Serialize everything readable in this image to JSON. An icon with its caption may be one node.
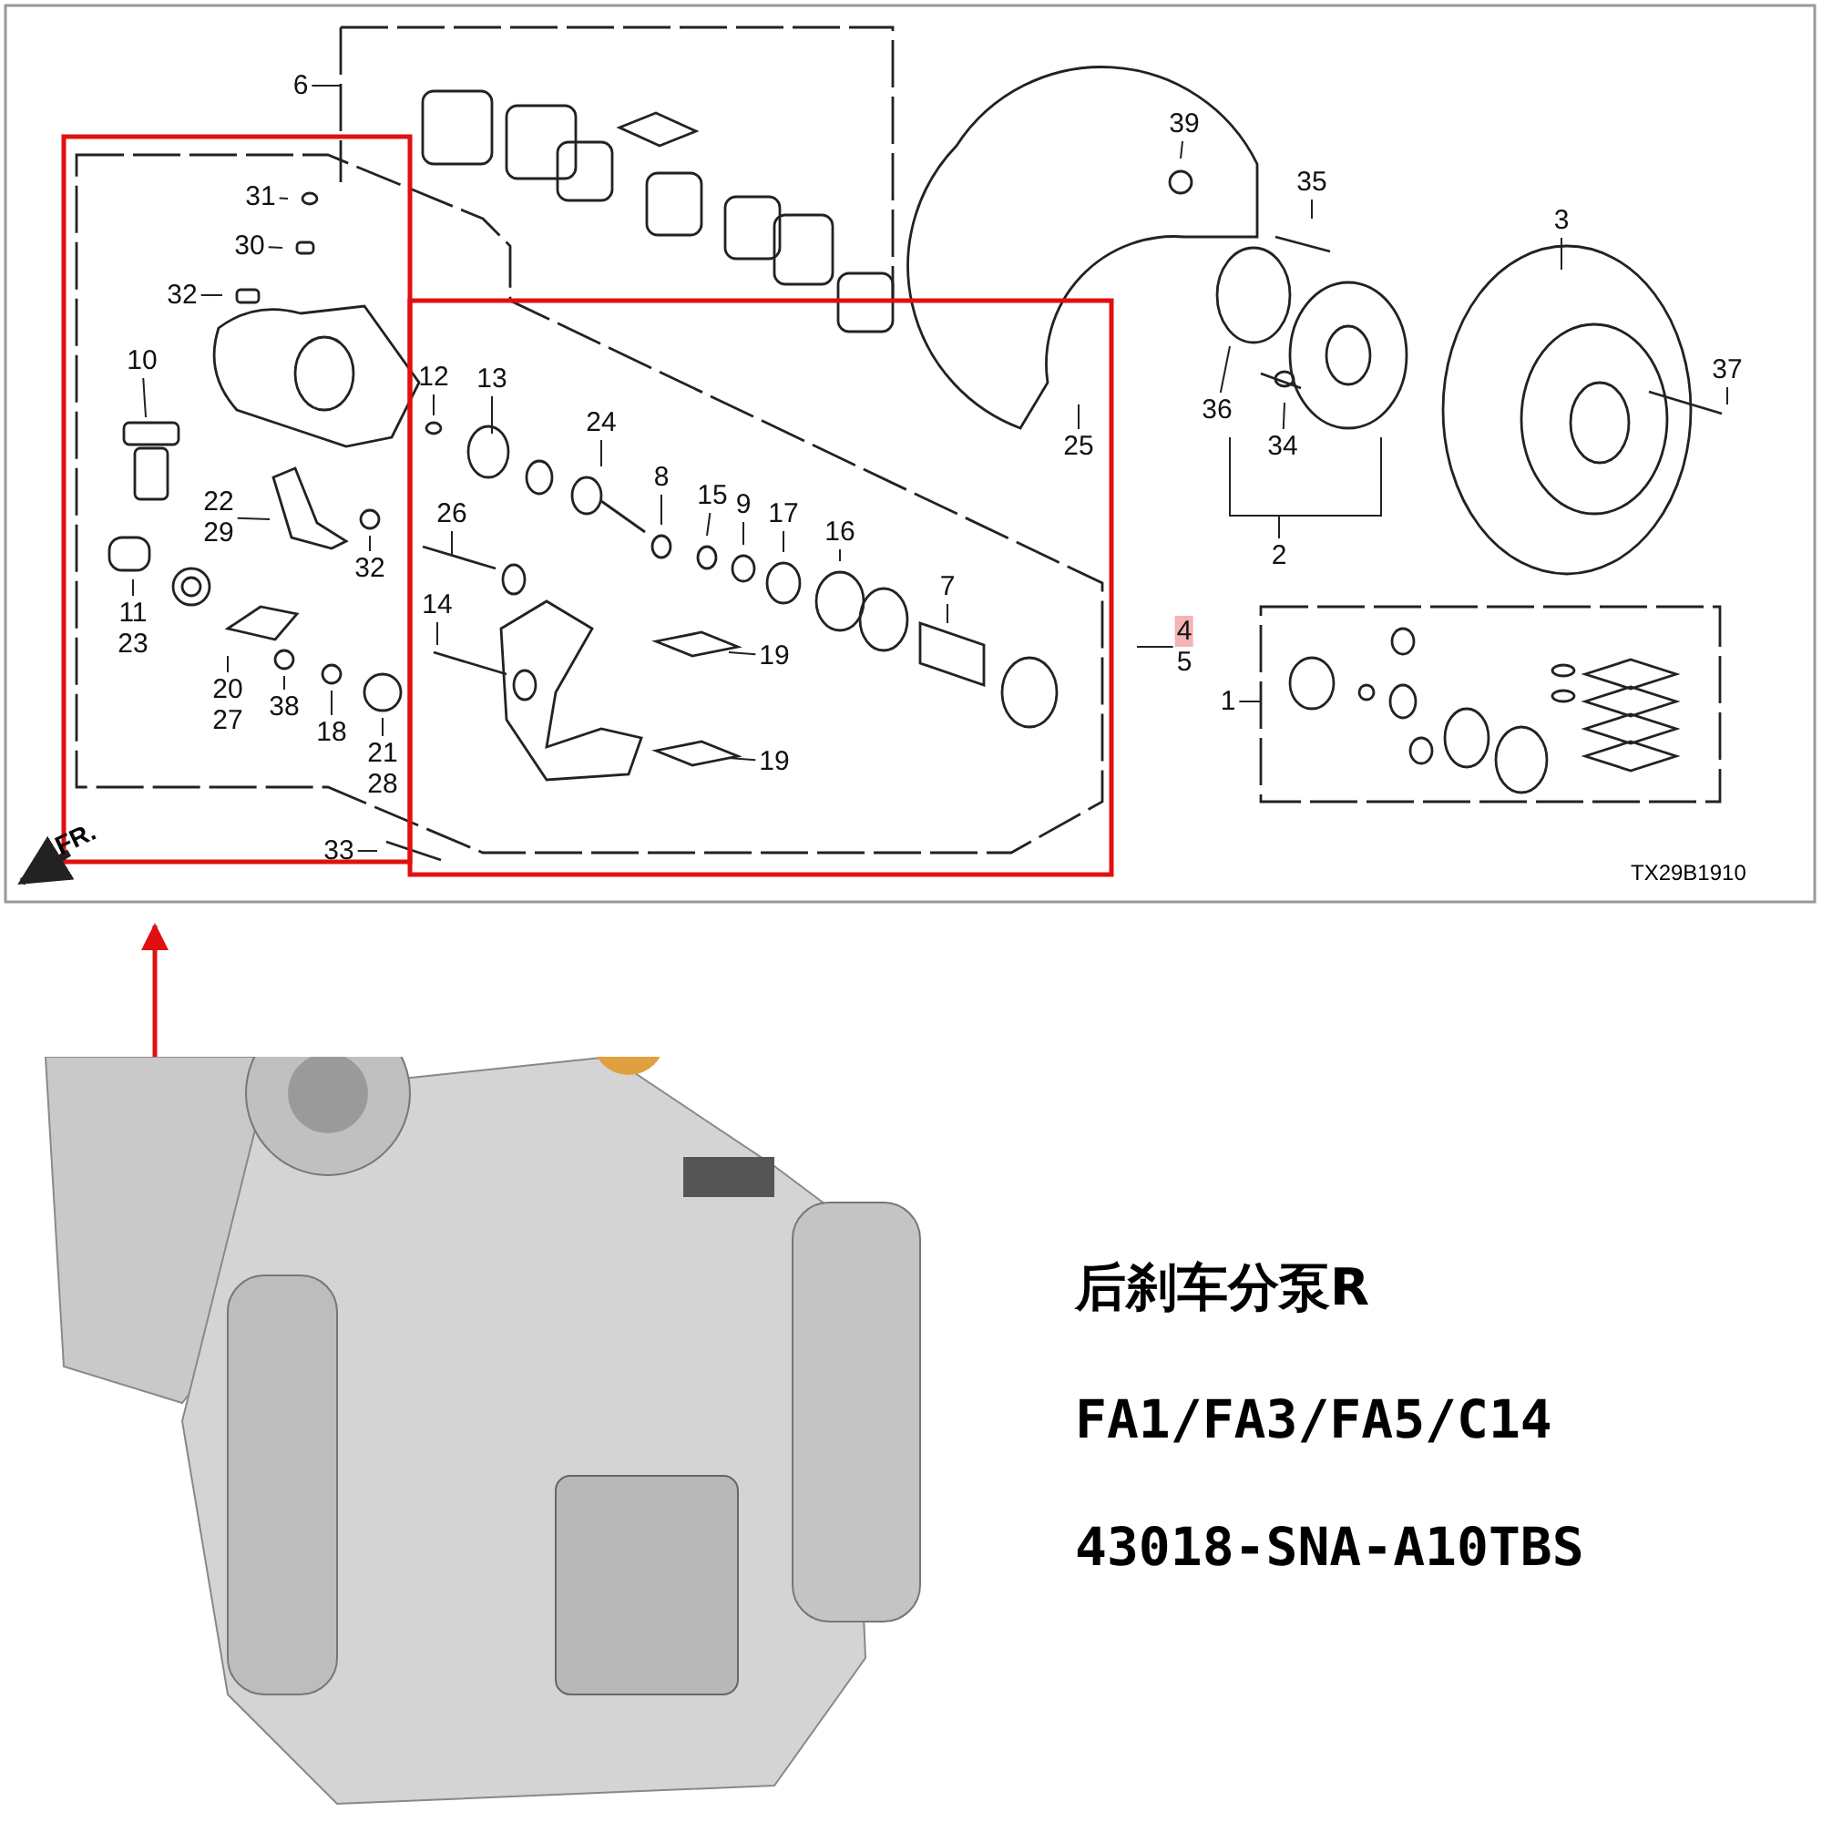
{
  "diagram": {
    "nodes": [
      {
        "text": [
          "6"
        ]
      },
      {
        "text": [
          "39"
        ]
      },
      {
        "text": [
          "31"
        ]
      },
      {
        "text": [
          "35"
        ]
      },
      {
        "text": [
          "3"
        ]
      },
      {
        "text": [
          "30"
        ]
      },
      {
        "text": [
          "32"
        ]
      },
      {
        "text": [
          "10"
        ]
      },
      {
        "text": [
          "12"
        ]
      },
      {
        "text": [
          "13"
        ]
      },
      {
        "text": [
          "37"
        ]
      },
      {
        "text": [
          "36"
        ]
      },
      {
        "text": [
          "24"
        ]
      },
      {
        "text": [
          "25"
        ]
      },
      {
        "text": [
          "34"
        ]
      },
      {
        "text": [
          "8"
        ]
      },
      {
        "text": [
          "15"
        ]
      },
      {
        "text": [
          "9"
        ]
      },
      {
        "text": [
          "17"
        ]
      },
      {
        "text": [
          "16"
        ]
      },
      {
        "text": [
          "22",
          "29"
        ]
      },
      {
        "text": [
          "26"
        ]
      },
      {
        "text": [
          "2"
        ]
      },
      {
        "text": [
          "32"
        ]
      },
      {
        "text": [
          "7"
        ]
      },
      {
        "text": [
          "14"
        ]
      },
      {
        "text": [
          "11",
          "23"
        ]
      },
      {
        "text": [
          "4",
          "5"
        ]
      },
      {
        "text": [
          "19"
        ]
      },
      {
        "text": [
          "20",
          "27"
        ]
      },
      {
        "text": [
          "38"
        ]
      },
      {
        "text": [
          "18"
        ]
      },
      {
        "text": [
          "1"
        ]
      },
      {
        "text": [
          "21",
          "28"
        ]
      },
      {
        "text": [
          "19"
        ]
      },
      {
        "text": [
          "33"
        ]
      },
      {
        "text": [],
        "shape": "picture"
      }
    ],
    "edges": [
      {
        "from": 0,
        "to": null,
        "arrow": "none"
      },
      {
        "from": 1,
        "to": null,
        "arrow": "none"
      },
      {
        "from": 2,
        "to": null,
        "arrow": "none"
      },
      {
        "from": 3,
        "to": null,
        "arrow": "none"
      },
      {
        "from": 4,
        "to": null,
        "arrow": "none"
      },
      {
        "from": 5,
        "to": null,
        "arrow": "none"
      },
      {
        "from": 6,
        "to": null,
        "arrow": "none"
      },
      {
        "from": 7,
        "to": null,
        "arrow": "none"
      },
      {
        "from": 8,
        "to": null,
        "arrow": "none"
      },
      {
        "from": 9,
        "to": null,
        "arrow": "none"
      },
      {
        "from": 10,
        "to": null,
        "arrow": "none"
      },
      {
        "from": 11,
        "to": null,
        "arrow": "none"
      },
      {
        "from": 12,
        "to": null,
        "arrow": "none"
      },
      {
        "from": 13,
        "to": null,
        "arrow": "none"
      },
      {
        "from": 14,
        "to": null,
        "arrow": "none"
      },
      {
        "from": 15,
        "to": null,
        "arrow": "none"
      },
      {
        "from": 16,
        "to": null,
        "arrow": "none"
      },
      {
        "from": 17,
        "to": null,
        "arrow": "none"
      },
      {
        "from": 18,
        "to": null,
        "arrow": "none"
      },
      {
        "from": 19,
        "to": null,
        "arrow": "none"
      },
      {
        "from": 20,
        "to": null,
        "arrow": "none"
      },
      {
        "from": 21,
        "to": null,
        "arrow": "none"
      },
      {
        "from": 22,
        "to": null,
        "arrow": "none"
      },
      {
        "from": 23,
        "to": null,
        "arrow": "none"
      },
      {
        "from": 24,
        "to": null,
        "arrow": "none"
      },
      {
        "from": 25,
        "to": null,
        "arrow": "none"
      },
      {
        "from": 26,
        "to": null,
        "arrow": "none"
      },
      {
        "from": 27,
        "to": null,
        "arrow": "none"
      },
      {
        "from": 28,
        "to": null,
        "arrow": "none"
      },
      {
        "from": 29,
        "to": null,
        "arrow": "none"
      },
      {
        "from": 30,
        "to": null,
        "arrow": "none"
      },
      {
        "from": 31,
        "to": null,
        "arrow": "none"
      },
      {
        "from": 32,
        "to": null,
        "arrow": "none"
      },
      {
        "from": 33,
        "to": null,
        "arrow": "none"
      },
      {
        "from": 34,
        "to": null,
        "arrow": "none"
      },
      {
        "from": 35,
        "to": null,
        "arrow": "none"
      },
      {
        "from": 36,
        "to": null,
        "arrow": "to",
        "style": "thick",
        "color": "#e01010"
      }
    ],
    "labels": [
      "FR.",
      "TX29B1910",
      "后刹车分泵R",
      "FA1/FA3/FA5/C14",
      "43018-SNA-A10TBS"
    ]
  }
}
